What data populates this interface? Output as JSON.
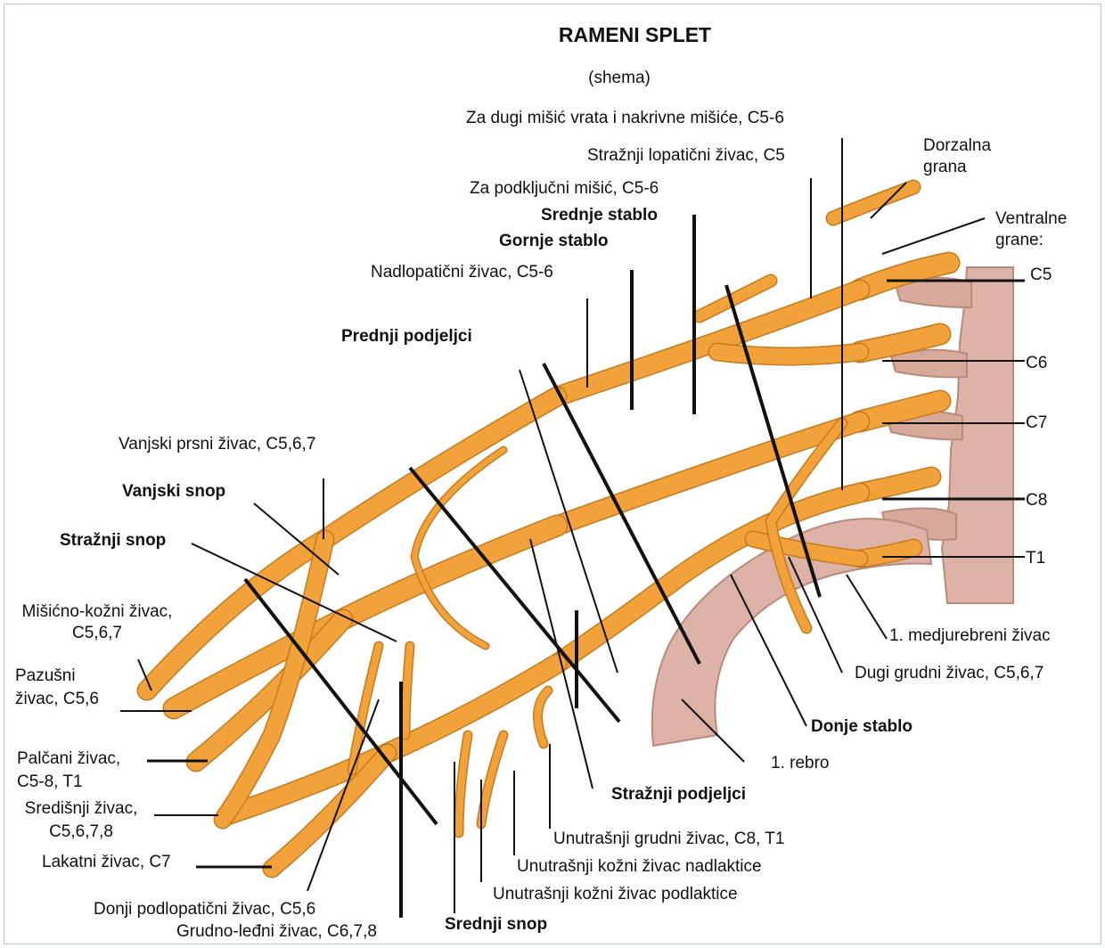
{
  "title": "RAMENI SPLET",
  "subtitle": "(shema)",
  "colors": {
    "nerve": "#f2a23a",
    "nerve_edge": "#c77a1c",
    "bone": "#dcb3a6",
    "bone_edge": "#b98a7c",
    "leader": "#111111"
  },
  "labels": {
    "za_dugi": "Za dugi mišić vrata i nakrivne mišiće, C5-6",
    "straznji_lopatic": "Stražnji lopatični živac, C5",
    "dorzalna": "Dorzalna\ngrana",
    "za_podkljucni": "Za podključni mišić, C5-6",
    "ventralne": "Ventralne\ngrane:",
    "srednje_stablo": "Srednje stablo",
    "gornje_stablo": "Gornje stablo",
    "nadlopatic": "Nadlopatični živac, C5-6",
    "c5": "C5",
    "c6": "C6",
    "c7": "C7",
    "c8": "C8",
    "t1": "T1",
    "prednji_podjeljci": "Prednji podjeljci",
    "vanjski_prsni": "Vanjski prsni živac, C5,6,7",
    "vanjski_snop": "Vanjski snop",
    "straznji_snop": "Stražnji snop",
    "misicno_kozni": "Mišićno-kožni živac,\nC5,6,7",
    "pazusni": "Pazušni\nživac, C5,6",
    "medjurebreni": "1. medjurebreni živac",
    "dugi_grudni": "Dugi grudni živac, C5,6,7",
    "palcani": "Palčani živac,\nC5-8, T1",
    "donje_stablo": "Donje stablo",
    "rebro": "1. rebro",
    "srednji_zivac": "Središnji živac,\nC5,6,7,8",
    "straznji_podjeljci": "Stražnji podjeljci",
    "unutarnji_grudni": "Unutrašnji grudni živac, C8, T1",
    "lakatni": "Lakatni živac, C7",
    "kozni_nadlaktice": "Unutrašnji kožni živac nadlaktice",
    "kozni_podlaktice": "Unutrašnji kožni živac podlaktice",
    "donji_podlopatic": "Donji podlopatični živac, C5,6",
    "grudno_ledni": "Grudno-leđni živac, C6,7,8",
    "srednji_snop": "Srednji snop"
  }
}
